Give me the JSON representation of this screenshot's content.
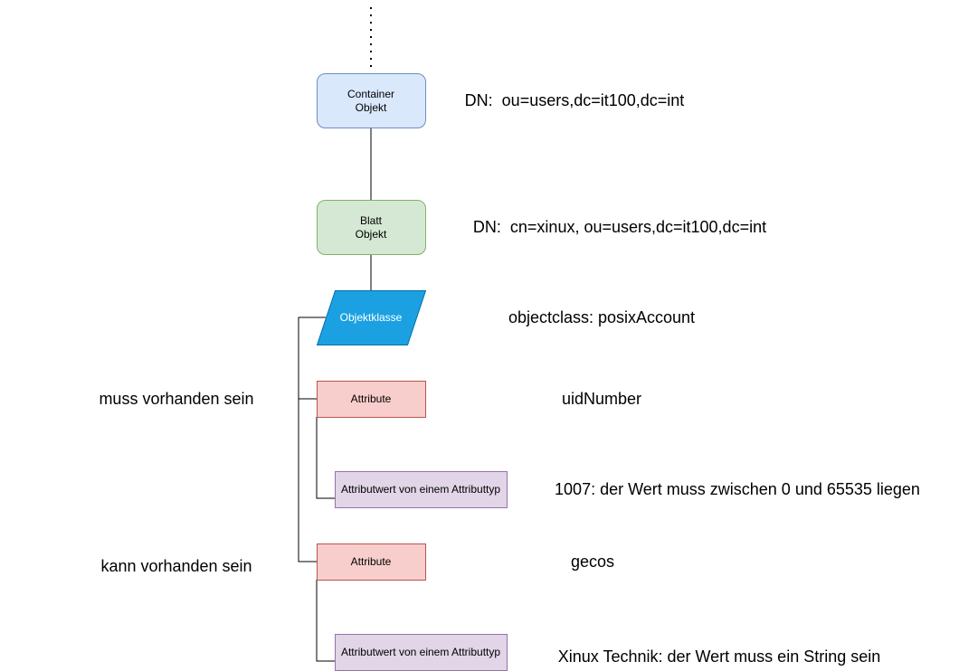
{
  "nodes": {
    "container": {
      "line1": "Container",
      "line2": "Objekt"
    },
    "leaf": {
      "line1": "Blatt",
      "line2": "Objekt"
    },
    "objectclass": {
      "label": "Objektklasse"
    },
    "attribute1": {
      "label": "Attribute"
    },
    "value1": {
      "label": "Attributwert von einem Attributtyp"
    },
    "attribute2": {
      "label": "Attribute"
    },
    "value2": {
      "label": "Attributwert von einem Attributtyp"
    }
  },
  "annotations": {
    "container_dn": "DN:  ou=users,dc=it100,dc=int",
    "leaf_dn": "DN:  cn=xinux, ou=users,dc=it100,dc=int",
    "objectclass_value": "objectclass: posixAccount",
    "attribute1_name": "uidNumber",
    "value1_desc": "1007: der Wert muss zwischen 0 und 65535 liegen",
    "attribute2_name": "gecos",
    "value2_desc": "Xinux Technik: der Wert muss ein String sein",
    "must_exist": "muss vorhanden sein",
    "may_exist": "kann vorhanden sein"
  },
  "colors": {
    "container_fill": "#dae8fc",
    "container_stroke": "#6c8ebf",
    "leaf_fill": "#d5e8d4",
    "leaf_stroke": "#82b366",
    "objectclass_fill": "#1ba1e2",
    "objectclass_stroke": "#006eaf",
    "attribute_fill": "#f8cecc",
    "attribute_stroke": "#b85450",
    "value_fill": "#e1d5e7",
    "value_stroke": "#9673a6"
  }
}
